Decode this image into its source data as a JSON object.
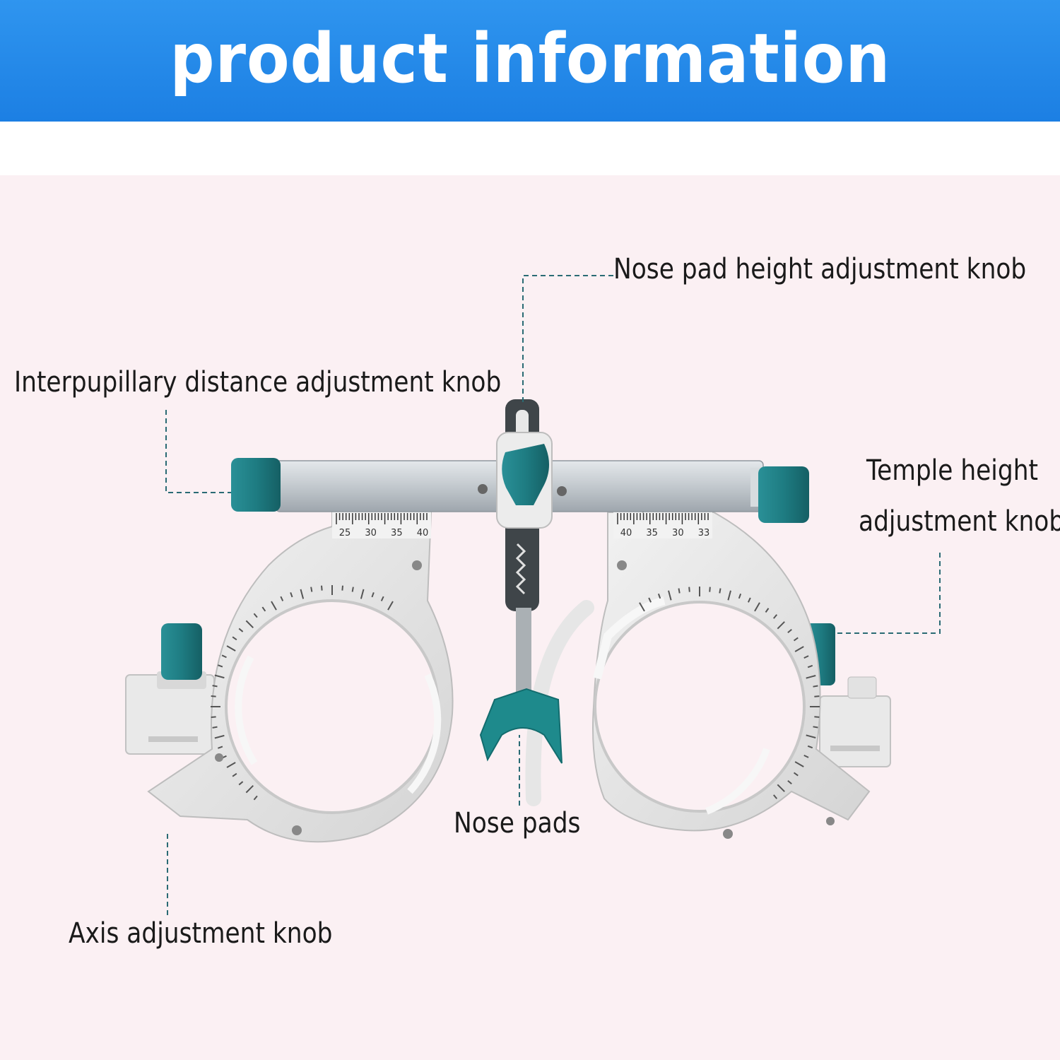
{
  "banner": {
    "title": "product information"
  },
  "callouts": {
    "nose_pad_height": "Nose pad height adjustment knob",
    "interpupillary": "Interpupillary distance adjustment knob",
    "temple_height_line1": "Temple height",
    "temple_height_line2": "adjustment knob",
    "nose_pads": "Nose pads",
    "axis": "Axis adjustment knob"
  },
  "scales": {
    "left_pd": [
      "25",
      "30",
      "35",
      "40"
    ],
    "right_pd": [
      "40",
      "35",
      "30",
      "33"
    ]
  },
  "colors": {
    "banner": "#2f95ef",
    "background": "#fbf0f3",
    "teal_knob": "#1e7f84",
    "frame": "#e6e6e6",
    "bar": "#c9cfd4",
    "leader_line": "#2a6b74"
  },
  "icons": [
    "trial-frame-illustration",
    "knob-icon",
    "nose-pad-icon"
  ]
}
